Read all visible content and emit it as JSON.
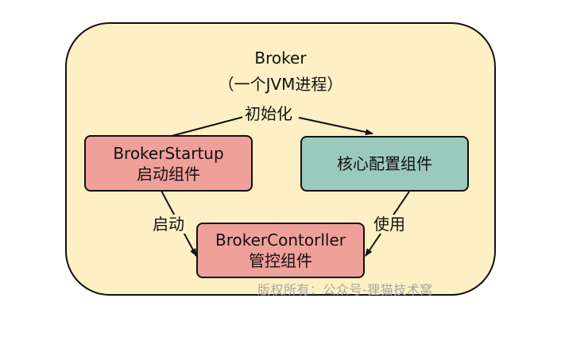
{
  "broker": {
    "title_line1": "Broker",
    "title_line2": "（一个JVM进程）"
  },
  "nodes": {
    "startup": {
      "line1": "BrokerStartup",
      "line2": "启动组件"
    },
    "config": {
      "line1": "核心配置组件"
    },
    "controller": {
      "line1": "BrokerContorller",
      "line2": "管控组件"
    }
  },
  "edges": {
    "init_label": "初始化",
    "start_label": "启动",
    "use_label": "使用"
  },
  "watermark": "版权所有：公众号-狸猫技术窝",
  "colors": {
    "container_fill": "#fdf0c4",
    "red_node_fill": "#f0a09a",
    "teal_node_fill": "#9bcabd"
  }
}
